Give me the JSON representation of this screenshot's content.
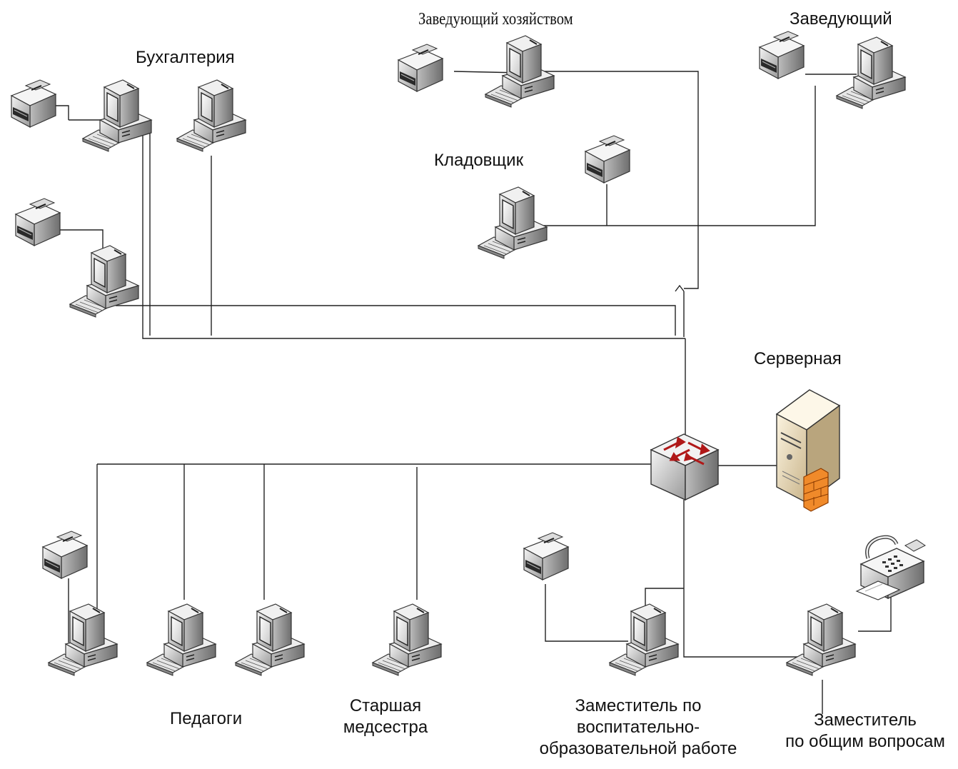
{
  "labels": {
    "accounting": "Бухгалтерия",
    "facilities_manager": "Заведующий хозяйством",
    "head": "Заведующий",
    "storekeeper": "Кладовщик",
    "server_room": "Серверная",
    "teachers": "Педагоги",
    "senior_nurse_line1": "Старшая",
    "senior_nurse_line2": "медсестра",
    "deputy_education_line1": "Заместитель по",
    "deputy_education_line2": "воспитательно-",
    "deputy_education_line3": "образовательной работе",
    "deputy_general_line1": "Заместитель",
    "deputy_general_line2": "по общим вопросам"
  },
  "icons": [
    "workstation-icon",
    "printer-icon",
    "network-switch-icon",
    "server-tower-icon",
    "fax-machine-icon"
  ]
}
